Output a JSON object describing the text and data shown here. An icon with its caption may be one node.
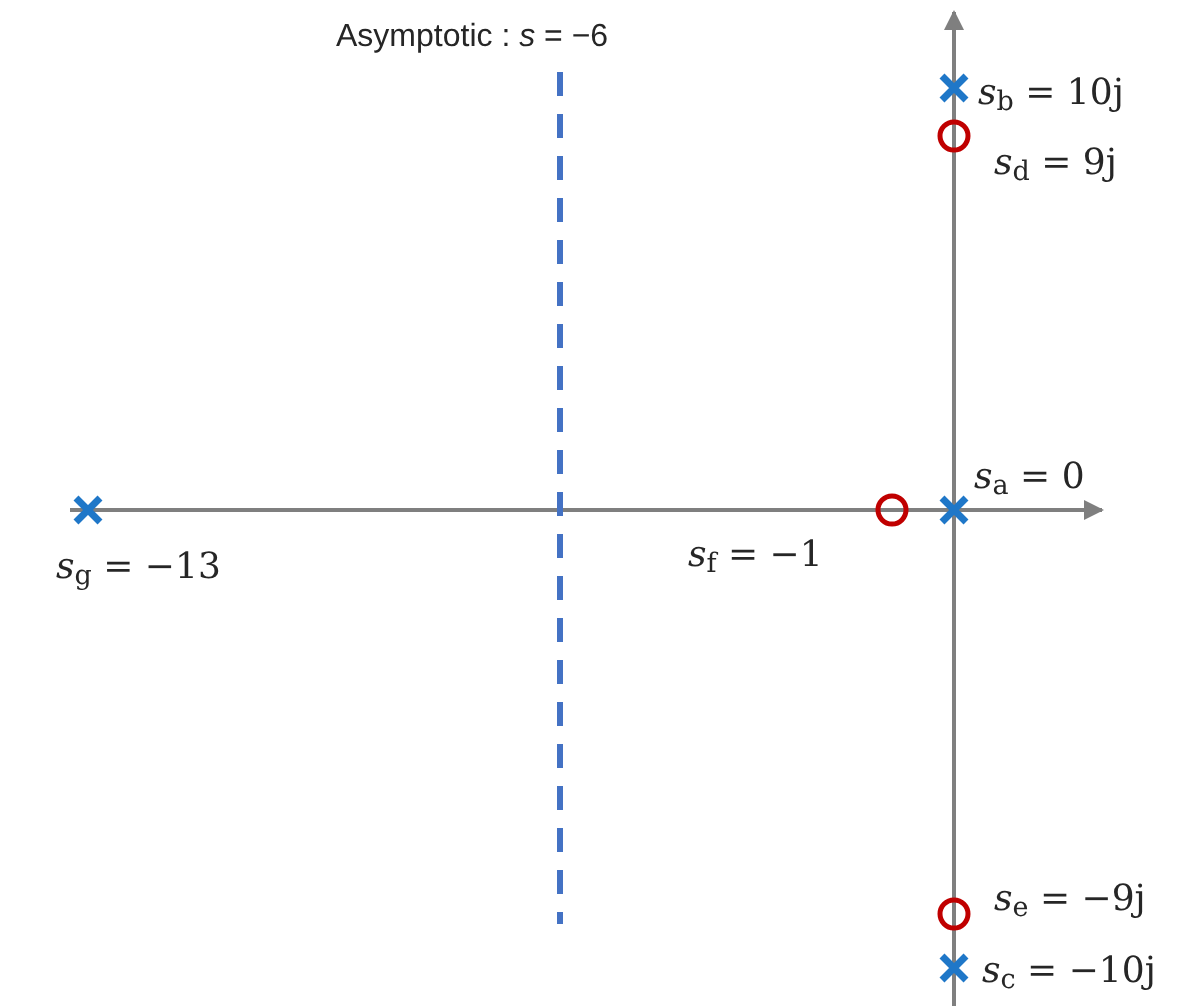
{
  "diagram": {
    "labels": [
      "Asymptotic : *s* = −6",
      "*s*$_{b}$ = 10j",
      "*s*$_{d}$ = 9j",
      "*s*$_{a}$ = 0",
      "*s*$_{g}$ = −13",
      "*s*$_{f}$ = −1",
      "*s*$_{e}$ = −9j",
      "*s*$_{c}$ = −10j"
    ]
  }
}
